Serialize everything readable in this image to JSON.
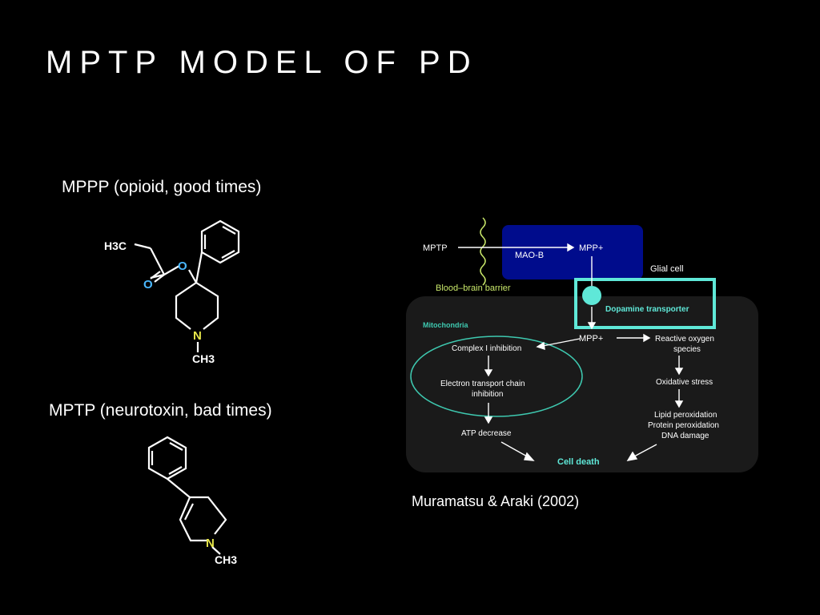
{
  "slide": {
    "title": "MPTP MODEL OF PD",
    "mppp_label": "MPPP (opioid, good times)",
    "mptp_label": "MPTP (neurotoxin, bad times)",
    "citation": "Muramatsu & Araki (2002)"
  },
  "mppp_structure": {
    "methyl_group": "H3C",
    "ester_oxygen": "O",
    "carbonyl_oxygen": "O",
    "nitrogen": "N",
    "n_methyl": "CH3"
  },
  "mptp_structure": {
    "nitrogen": "N",
    "n_methyl": "CH3"
  },
  "pathway": {
    "mptp": "MPTP",
    "mao_b": "MAO-B",
    "mpp_plus": "MPP+",
    "glial_cell": "Glial cell",
    "bbb": "Blood–brain barrier",
    "dopamine_transporter": "Dopamine transporter",
    "mitochondria": "Mitochondria",
    "mpp_plus_2": "MPP+",
    "complex_i": "Complex I inhibition",
    "etc_line1": "Electron transport chain",
    "etc_line2": "inhibition",
    "atp": "ATP decrease",
    "ros_line1": "Reactive oxygen",
    "ros_line2": "species",
    "oxidative_stress": "Oxidative stress",
    "damage_line1": "Lipid peroxidation",
    "damage_line2": "Protein peroxidation",
    "damage_line3": "DNA damage",
    "cell_death": "Cell death"
  },
  "colors": {
    "background": "#000000",
    "oxygen": "#4ab8ff",
    "nitrogen": "#e8e84a",
    "glial_box": "#000c8c",
    "transporter": "#5fe8d8",
    "mitochondria_text": "#3ec9b0",
    "bbb": "#c9e86a"
  }
}
